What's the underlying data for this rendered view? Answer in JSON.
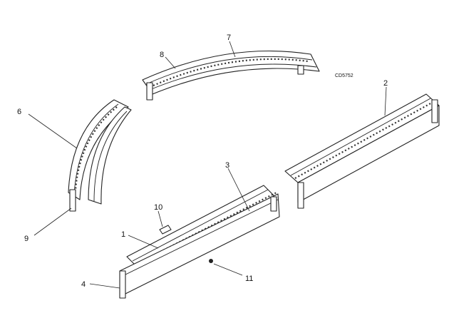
{
  "drawing_code": "CD5752",
  "callouts": {
    "c1": "1",
    "c2": "2",
    "c3": "3",
    "c4": "4",
    "c6": "6",
    "c7": "7",
    "c8": "8",
    "c9": "9",
    "c10": "10",
    "c11": "11"
  }
}
